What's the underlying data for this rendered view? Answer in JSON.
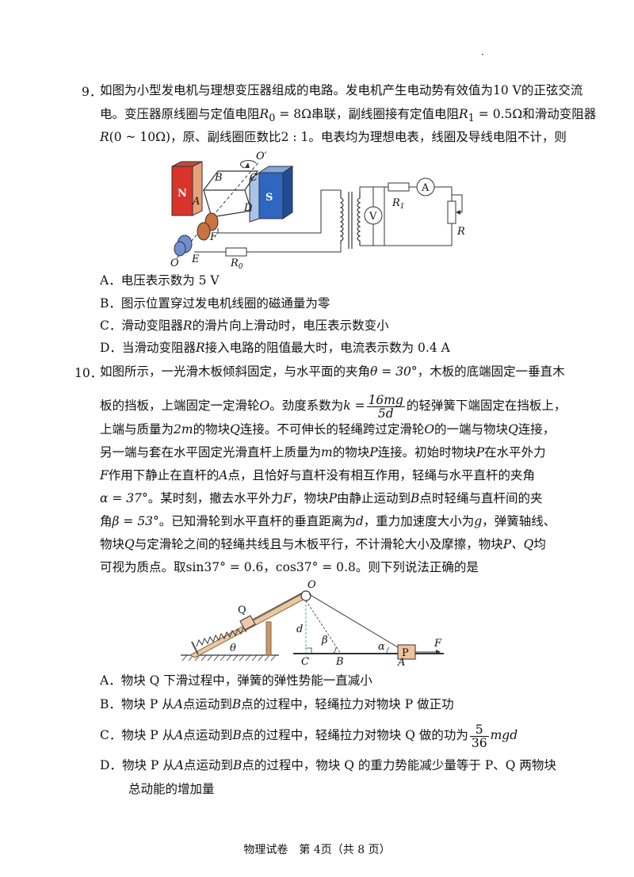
{
  "q9": {
    "num": "9．",
    "l1": "如图为小型发电机与理想变压器组成的电路。发电机产生电动势有效值为",
    "l1_val": "10 V",
    "l1_tail": "的正弦交流",
    "l2a": "电。变压器原线圈与定值电阻",
    "l2_R0": "R",
    "l2_R0sub": "0",
    "l2_R0val": " = 8Ω",
    "l2b": "串联，副线圈接有定值电阻",
    "l2_R1": "R",
    "l2_R1sub": "1",
    "l2_R1val": " = 0.5Ω",
    "l2c": "和滑动变阻器",
    "l3_R": "R",
    "l3_range": "(0 ~ 10Ω)",
    "l3a": "，原、副线圈匝数比",
    "l3_ratio": "2 : 1",
    "l3b": "。电表均为理想电表，线圈及导线电阻不计，则",
    "options": [
      {
        "label": "A．",
        "text": "电压表示数为 5 V"
      },
      {
        "label": "B．",
        "text": "图示位置穿过发电机线圈的磁通量为零"
      },
      {
        "label": "C．",
        "pre": "滑动变阻器",
        "var": "R",
        "post": "的滑片向上滑动时，电压表示数变小"
      },
      {
        "label": "D．",
        "pre": "当滑动变阻器",
        "var": "R",
        "post": "接入电路的阻值最大时，电流表示数为 0.4 A"
      }
    ],
    "figure": {
      "N": "N",
      "S": "S",
      "B": "B",
      "C": "C",
      "A": "A",
      "D": "D",
      "F": "F",
      "O": "O",
      "E": "E",
      "Oprime": "O′",
      "R0": "R",
      "R0sub": "0",
      "R1": "R",
      "R1sub": "1",
      "Rvar": "R",
      "ammeter": "A",
      "voltmeter": "V"
    }
  },
  "q10": {
    "num": "10．",
    "l1a": "如图所示，一光滑木板倾斜固定，与水平面的夹角",
    "l1_theta": "θ = 30°",
    "l1b": "，木板的底端固定一垂直木",
    "l2a": "板的挡板，上端固定一定滑轮",
    "l2_O": "O",
    "l2b": "。劲度系数为",
    "l2_k": "k =",
    "l2_num": "16mg",
    "l2_den": "5d",
    "l2c": "的轻弹簧下端固定在挡板上，",
    "l3a": "上端与质量为",
    "l3_2m": "2m",
    "l3b": "的物块",
    "l3_Q": "Q",
    "l3c": "连接。不可伸长的轻绳跨过定滑轮",
    "l3_O": "O",
    "l3d": "的一端与物块",
    "l3_Q2": "Q",
    "l3e": "连接，",
    "l4a": "另一端与套在水平固定光滑直杆上质量为",
    "l4_m": "m",
    "l4b": "的物块",
    "l4_P": "P",
    "l4c": "连接。初始时物块",
    "l4_P2": "P",
    "l4d": "在水平外力",
    "l5_F": "F",
    "l5a": "作用下静止在直杆的",
    "l5_A": "A",
    "l5b": "点，且恰好与直杆没有相互作用，轻绳与水平直杆的夹角",
    "l6_alpha": "α = 37°",
    "l6a": "。某时刻，撤去水平外力",
    "l6_F": "F",
    "l6b": "，物块",
    "l6_P": "P",
    "l6c": "由静止运动到",
    "l6_B": "B",
    "l6d": "点时轻绳与直杆间的夹",
    "l7a": "角",
    "l7_beta": "β = 53°",
    "l7b": "。已知滑轮到水平直杆的垂直距离为",
    "l7_d": "d",
    "l7c": "，重力加速度大小为",
    "l7_g": "g",
    "l7d": "，弹簧轴线、",
    "l8a": "物块",
    "l8_Q": "Q",
    "l8b": "与定滑轮之间的轻绳共线且与木板平行，不计滑轮大小及摩擦，物块",
    "l8_PQ": "P、Q",
    "l8c": "均",
    "l9a": "可视为质点。取",
    "l9_sin": "sin37° = 0.6",
    "l9_comma": "，",
    "l9_cos": "cos37° = 0.8",
    "l9b": "。则下列说法正确的是",
    "options": [
      {
        "label": "A．",
        "text": "物块 Q 下滑过程中，弹簧的弹性势能一直减小"
      },
      {
        "label": "B．",
        "pre": "物块 P 从",
        "v1": "A",
        "mid": "点运动到",
        "v2": "B",
        "post": "点的过程中，轻绳拉力对物块 P 做正功"
      },
      {
        "label": "C．",
        "pre": "物块 P 从",
        "v1": "A",
        "mid": "点运动到",
        "v2": "B",
        "post": "点的过程中，轻绳拉力对物块 Q 做的功为",
        "fnum": "5",
        "fden": "36",
        "tail": "mgd"
      },
      {
        "label": "D．",
        "pre": "物块 P 从",
        "v1": "A",
        "mid": "点运动到",
        "v2": "B",
        "post": "点的过程中，物块 Q 的重力势能减少量等于 P、Q 两物块",
        "line2": "总动能的增加量"
      }
    ],
    "figure": {
      "O": "O",
      "Q": "Q",
      "d": "d",
      "beta": "β",
      "alpha": "α",
      "P": "P",
      "F": "F",
      "theta": "θ",
      "C": "C",
      "B": "B",
      "A": "A"
    }
  },
  "footer": "物理试卷　第 4页（共 8 页）"
}
